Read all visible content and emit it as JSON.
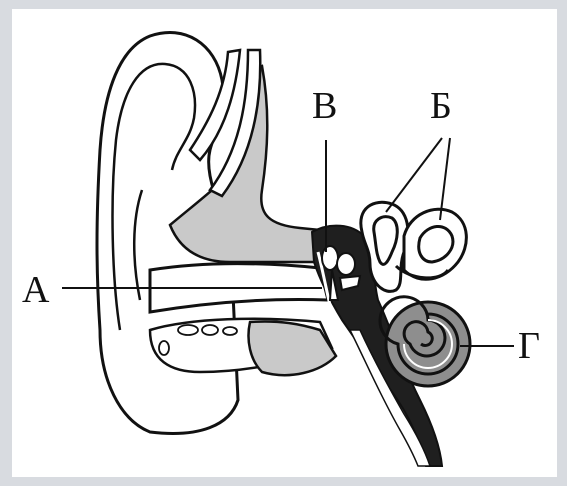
{
  "diagram": {
    "labels": {
      "a": "А",
      "b": "Б",
      "v": "В",
      "g": "Г"
    },
    "colors": {
      "background": "#d8dbe0",
      "panel": "#ffffff",
      "outline": "#111111",
      "soft_tissue": "#c9c9c9",
      "dark_cavity": "#1f1f1f",
      "cochlea": "#8e8e8e"
    }
  }
}
